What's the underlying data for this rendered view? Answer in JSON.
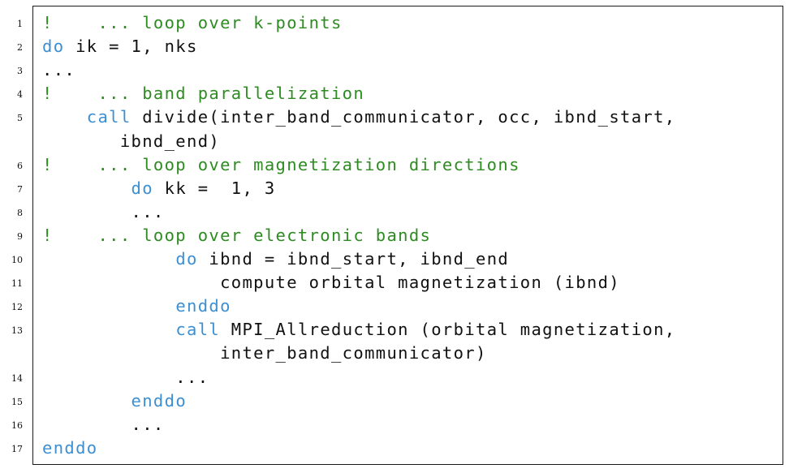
{
  "listing": {
    "lines": [
      {
        "num": "1",
        "segments": [
          {
            "type": "comment",
            "text": "!    ... loop over k-points"
          }
        ]
      },
      {
        "num": "2",
        "segments": [
          {
            "type": "keyword",
            "text": "do"
          },
          {
            "type": "plain",
            "text": " ik = 1, nks"
          }
        ]
      },
      {
        "num": "3",
        "segments": [
          {
            "type": "plain",
            "text": "..."
          }
        ]
      },
      {
        "num": "4",
        "segments": [
          {
            "type": "comment",
            "text": "!    ... band parallelization"
          }
        ]
      },
      {
        "num": "5",
        "segments": [
          {
            "type": "plain",
            "text": "    "
          },
          {
            "type": "keyword",
            "text": "call"
          },
          {
            "type": "plain",
            "text": " divide(inter_band_communicator, occ, ibnd_start,"
          }
        ]
      },
      {
        "num": "",
        "segments": [
          {
            "type": "plain",
            "text": "       ibnd_end)"
          }
        ]
      },
      {
        "num": "6",
        "segments": [
          {
            "type": "comment",
            "text": "!    ... loop over magnetization directions"
          }
        ]
      },
      {
        "num": "7",
        "segments": [
          {
            "type": "plain",
            "text": "        "
          },
          {
            "type": "keyword",
            "text": "do"
          },
          {
            "type": "plain",
            "text": " kk =  1, 3"
          }
        ]
      },
      {
        "num": "8",
        "segments": [
          {
            "type": "plain",
            "text": "        ..."
          }
        ]
      },
      {
        "num": "9",
        "segments": [
          {
            "type": "comment",
            "text": "!    ... loop over electronic bands"
          }
        ]
      },
      {
        "num": "10",
        "segments": [
          {
            "type": "plain",
            "text": "            "
          },
          {
            "type": "keyword",
            "text": "do"
          },
          {
            "type": "plain",
            "text": " ibnd = ibnd_start, ibnd_end"
          }
        ]
      },
      {
        "num": "11",
        "segments": [
          {
            "type": "plain",
            "text": "                compute orbital magnetization (ibnd)"
          }
        ]
      },
      {
        "num": "12",
        "segments": [
          {
            "type": "plain",
            "text": "            "
          },
          {
            "type": "keyword",
            "text": "enddo"
          }
        ]
      },
      {
        "num": "13",
        "segments": [
          {
            "type": "plain",
            "text": "            "
          },
          {
            "type": "keyword",
            "text": "call"
          },
          {
            "type": "plain",
            "text": " MPI_Allreduction (orbital magnetization,"
          }
        ]
      },
      {
        "num": "",
        "segments": [
          {
            "type": "plain",
            "text": "                inter_band_communicator)"
          }
        ]
      },
      {
        "num": "14",
        "segments": [
          {
            "type": "plain",
            "text": "            ..."
          }
        ]
      },
      {
        "num": "15",
        "segments": [
          {
            "type": "plain",
            "text": "        "
          },
          {
            "type": "keyword",
            "text": "enddo"
          }
        ]
      },
      {
        "num": "16",
        "segments": [
          {
            "type": "plain",
            "text": "        ..."
          }
        ]
      },
      {
        "num": "17",
        "segments": [
          {
            "type": "keyword",
            "text": "enddo"
          }
        ]
      }
    ]
  },
  "colors": {
    "keyword": "#3d8fd1",
    "comment": "#2e8b22",
    "plain": "#111111",
    "border": "#1a1a1a"
  }
}
